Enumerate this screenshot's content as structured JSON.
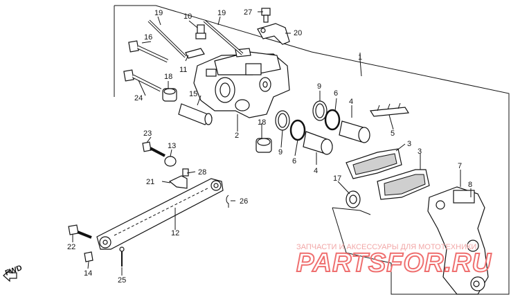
{
  "callouts": [
    "1",
    "2",
    "3",
    "3",
    "4",
    "4",
    "5",
    "6",
    "6",
    "7",
    "8",
    "9",
    "9",
    "10",
    "11",
    "12",
    "13",
    "14",
    "15",
    "16",
    "17",
    "18",
    "18",
    "19",
    "19",
    "20",
    "21",
    "22",
    "23",
    "24",
    "25",
    "26",
    "27",
    "28"
  ],
  "fwd_label": "FWD",
  "watermark": {
    "caption": "ЗАПЧАСТИ И АКСЕССУАРЫ ДЛЯ МОТОТЕХНИКИ",
    "logo": "PARTSFOR.RU"
  },
  "colors": {
    "ink": "#111111",
    "watermark": "#ef6f6f",
    "background": "#ffffff"
  }
}
